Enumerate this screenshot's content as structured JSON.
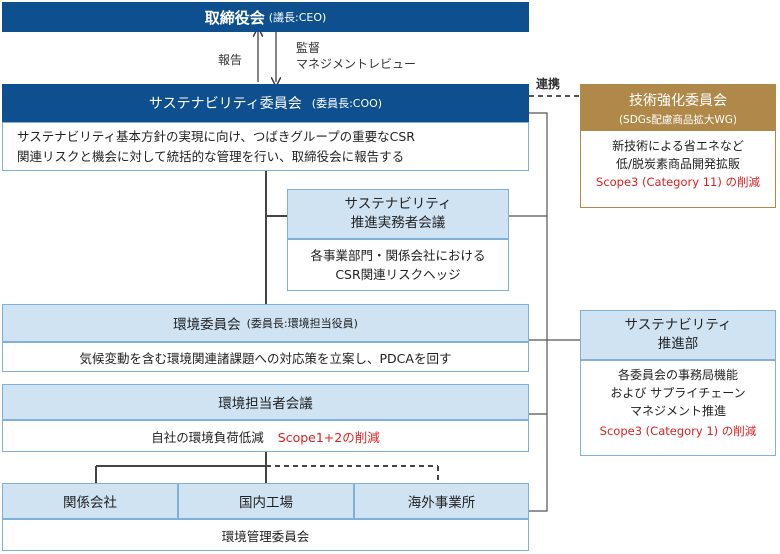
{
  "board": {
    "title": "取締役会",
    "chair": "(議長:CEO)"
  },
  "arrows": {
    "report": "報告",
    "supervise_line1": "監督",
    "supervise_line2": "マネジメントレビュー"
  },
  "link_label": "連携",
  "sustainability_committee": {
    "title": "サステナビリティ委員会",
    "chair": "(委員長:COO)",
    "desc_line1": "サステナビリティ基本方針の実現に向け、つばきグループの重要なCSR",
    "desc_line2": "関連リスクと機会に対して統括的な管理を行い、取締役会に報告する"
  },
  "tech_committee": {
    "title": "技術強化委員会",
    "sub": "(SDGs配慮商品拡大WG)",
    "desc_line1": "新技術による省エネなど",
    "desc_line2": "低/脱炭素商品開発拡販",
    "scope": "Scope3 (Category 11) の削減"
  },
  "practitioners": {
    "title_line1": "サステナビリティ",
    "title_line2": "推進実務者会議",
    "desc_line1": "各事業部門・関係会社における",
    "desc_line2": "CSR関連リスクヘッジ"
  },
  "env_committee": {
    "title": "環境委員会",
    "chair": "(委員長:環境担当役員)",
    "desc": "気候変動を含む環境関連諸課題への対応策を立案し、PDCAを回す"
  },
  "sustainability_dept": {
    "title_line1": "サステナビリティ",
    "title_line2": "推進部",
    "desc_line1": "各委員会の事務局機能",
    "desc_line2": "および サプライチェーン",
    "desc_line3": "マネジメント推進",
    "scope": "Scope3 (Category 1) の削減"
  },
  "env_officers": {
    "title": "環境担当者会議",
    "desc": "自社の環境負荷低減",
    "scope": "Scope1+2の削減"
  },
  "units": [
    "関係会社",
    "国内工場",
    "海外事業所"
  ],
  "env_mgmt": "環境管理委員会",
  "colors": {
    "navy": "#0e4f8f",
    "light_blue": "#cfe3f3",
    "border": "#7fb1d8",
    "gold": "#b0894a",
    "red": "#e02020"
  }
}
